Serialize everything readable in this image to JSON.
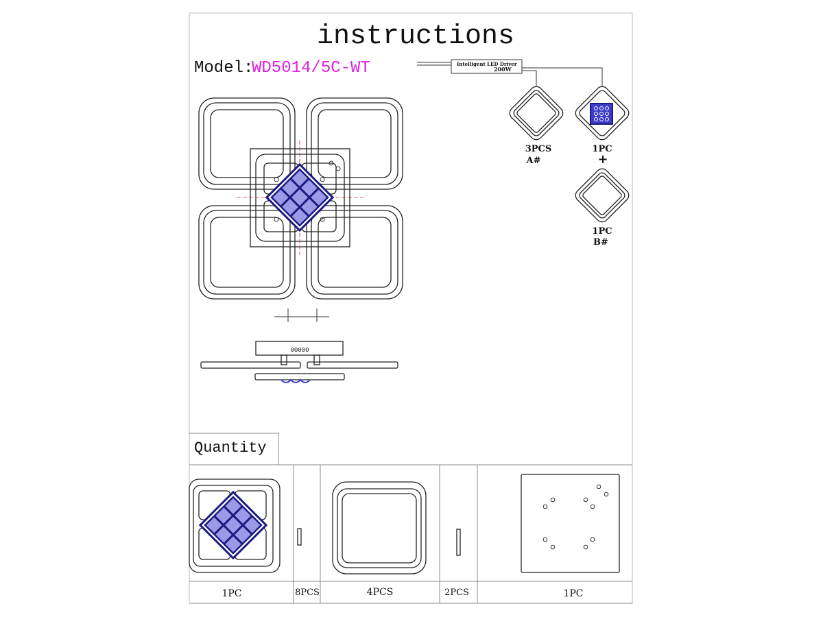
{
  "title": "instructions",
  "model": {
    "label": "Model:",
    "value": "WD5014/5C-WT",
    "value_color": "#e020e0"
  },
  "wiring": {
    "driver_label": "Intelligent LED Driver",
    "driver_power": "200W",
    "module_a": {
      "qty": "3PCS",
      "type": "A#"
    },
    "module_center": {
      "qty": "1PC"
    },
    "plus": "+",
    "module_b": {
      "qty": "1PC",
      "type": "B#"
    }
  },
  "side_view": {
    "label": "00000"
  },
  "quantity": {
    "heading": "Quantity",
    "items": [
      {
        "qty": "1PC"
      },
      {
        "qty": "8PCS"
      },
      {
        "qty": "4PCS"
      },
      {
        "qty": "2PCS"
      },
      {
        "qty": "1PC"
      }
    ]
  }
}
